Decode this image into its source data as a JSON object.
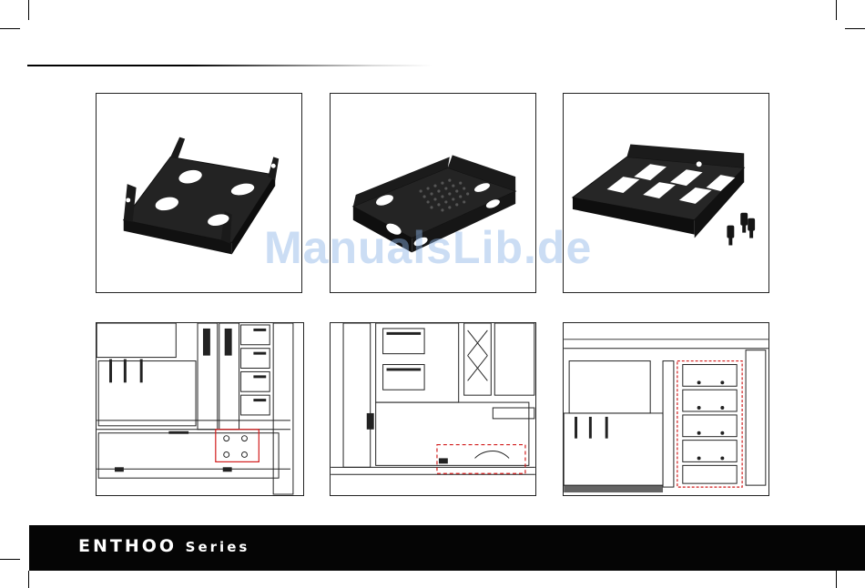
{
  "footer": {
    "series_title_main": "ENTHOO",
    "series_title_suffix": "Series"
  },
  "watermark": {
    "text": "ManualsLib.de"
  },
  "colors": {
    "highlight_dashed": "#d11a1a",
    "footer_bg": "#050505",
    "bracket": "#1c1c1c"
  },
  "images": [
    {
      "name": "bracket-photo-angled",
      "icon": "drive-bracket"
    },
    {
      "name": "bracket-photo-perforated",
      "icon": "drive-bracket"
    },
    {
      "name": "bracket-photo-with-screws",
      "icon": "drive-bracket"
    },
    {
      "name": "install-diagram-bottom-mount",
      "icon": "case-interior"
    },
    {
      "name": "install-diagram-side-mount",
      "icon": "case-interior"
    },
    {
      "name": "install-diagram-hdd-cage",
      "icon": "case-interior"
    }
  ]
}
